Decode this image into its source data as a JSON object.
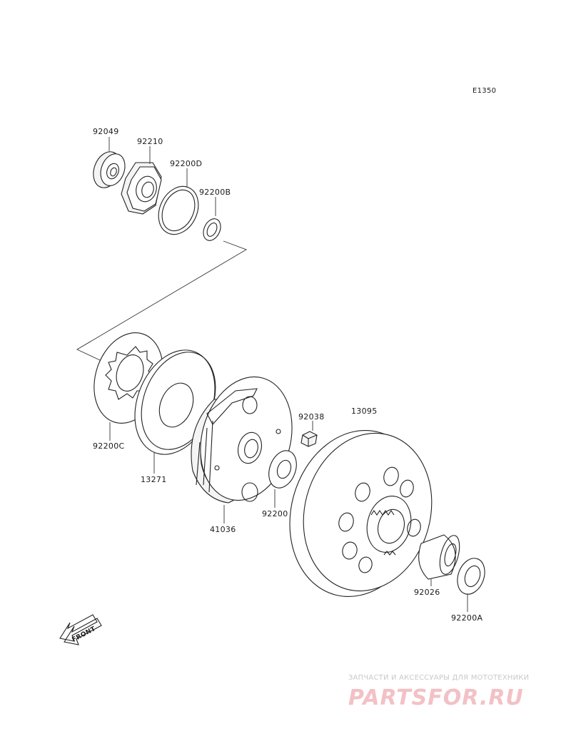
{
  "diagram_code": "E1350",
  "parts": {
    "p92049": "92049",
    "p92210": "92210",
    "p92200D": "92200D",
    "p92200B": "92200B",
    "p92200C": "92200C",
    "p13271": "13271",
    "p41036": "41036",
    "p92038": "92038",
    "p13095": "13095",
    "p92200": "92200",
    "p92026": "92026",
    "p92200A": "92200A"
  },
  "front_arrow_label": "FRONT",
  "watermark": {
    "line1": "ЗАПЧАСТИ И АКСЕССУАРЫ ДЛЯ МОТОТЕХНИКИ",
    "line2": "PARTSFOR.RU"
  }
}
